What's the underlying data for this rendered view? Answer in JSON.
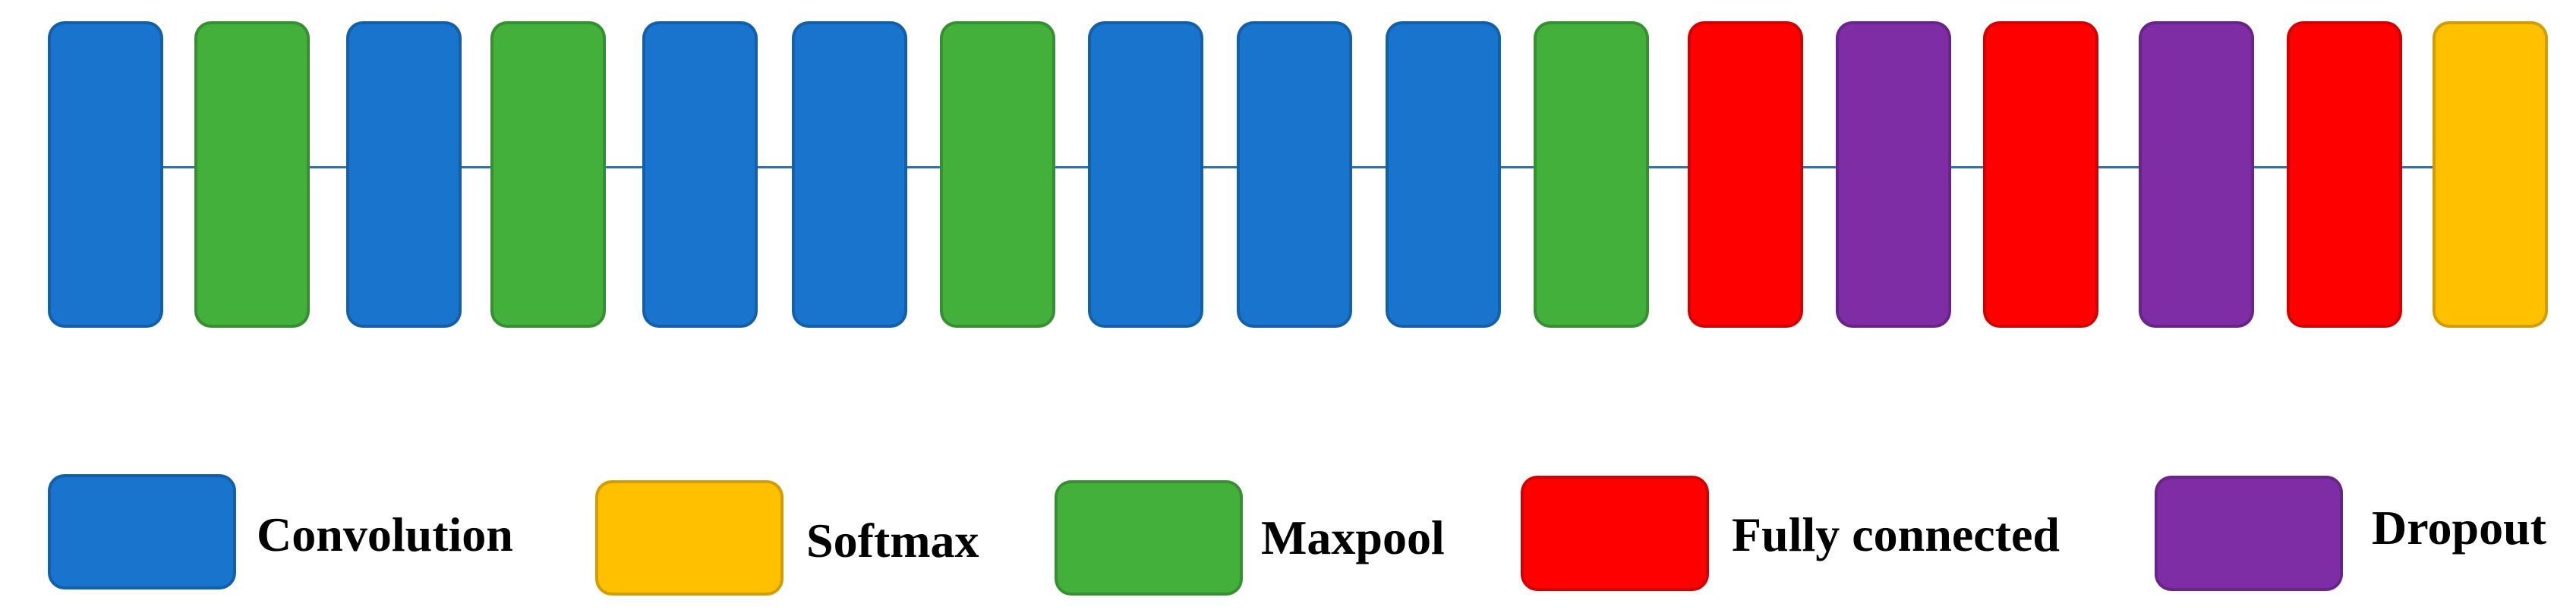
{
  "colors": {
    "convolution": "#1874CD",
    "maxpool": "#43B03C",
    "fully_connected": "#FF0000",
    "dropout": "#7F2DA4",
    "softmax": "#FFC000",
    "connector": "#2E6FB6"
  },
  "pipeline": [
    "convolution",
    "maxpool",
    "convolution",
    "maxpool",
    "convolution",
    "convolution",
    "maxpool",
    "convolution",
    "convolution",
    "convolution",
    "maxpool",
    "fully_connected",
    "dropout",
    "fully_connected",
    "dropout",
    "fully_connected",
    "softmax"
  ],
  "legend": [
    {
      "type": "convolution",
      "label": "Convolution"
    },
    {
      "type": "softmax",
      "label": "Softmax"
    },
    {
      "type": "maxpool",
      "label": "Maxpool"
    },
    {
      "type": "fully_connected",
      "label": "Fully connected"
    },
    {
      "type": "dropout",
      "label": "Dropout"
    }
  ]
}
